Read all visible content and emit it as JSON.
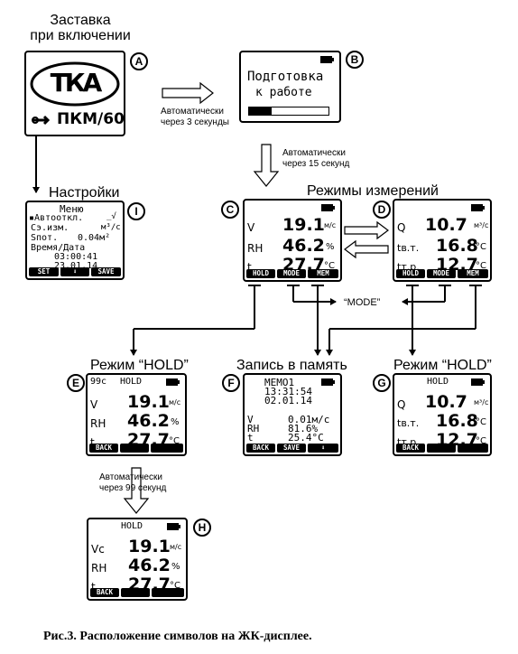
{
  "labels": {
    "splash_title_1": "Заставка",
    "splash_title_2": "при включении",
    "settings_title": "Настройки",
    "modes_title": "Режимы измерений",
    "hold_left_title": "Режим “HOLD”",
    "memory_title": "Запись в память",
    "hold_right_title": "Режим “HOLD”",
    "auto3_1": "Автоматически",
    "auto3_2": "через 3 секунды",
    "auto15_1": "Автоматически",
    "auto15_2": "через 15 секунд",
    "auto99_1": "Автоматически",
    "auto99_2": "через 99 секунд",
    "mode_note": "“MODE”",
    "caption": "Рис.3. Расположение символов на ЖК-дисплее."
  },
  "screens": {
    "A": {
      "badge": "A",
      "logo": "ТКА",
      "model": "ПКМ/60",
      "icon": "wrench-icon"
    },
    "B": {
      "badge": "B",
      "line1": "Подготовка",
      "line2": "к работе",
      "progress": 0.28
    },
    "I": {
      "badge": "I",
      "title": "Меню",
      "row1": "▪Автооткл.",
      "row1_right": "_√",
      "row2": "Сэ.изм.",
      "row2_unit": "м³/с",
      "row3": "Sпот.",
      "row3_val": "0.04м²",
      "row4": "Время/Дата",
      "row5": "03:00:41",
      "row6": "23.01.14",
      "keys": [
        "SET",
        "⬇",
        "SAVE"
      ]
    },
    "C": {
      "badge": "C",
      "rows": [
        {
          "label": "V",
          "value": "19.1",
          "unit": "м/с"
        },
        {
          "label": "RH",
          "value": "46.2",
          "unit": "%"
        },
        {
          "label": "t",
          "value": "27.7",
          "unit": "°C"
        }
      ],
      "keys": [
        "HOLD",
        "MODE",
        "MEM"
      ]
    },
    "D": {
      "badge": "D",
      "rows": [
        {
          "label": "Q",
          "value": "10.7",
          "unit": "м³/с"
        },
        {
          "label": "tв.т.",
          "value": "16.8",
          "unit": "°C"
        },
        {
          "label": "tт.р.",
          "value": "12.7",
          "unit": "°C"
        }
      ],
      "keys": [
        "HOLD",
        "MODE",
        "MEM"
      ]
    },
    "E": {
      "badge": "E",
      "top_left": "99с",
      "top_mid": "HOLD",
      "rows": [
        {
          "label": "V",
          "value": "19.1",
          "unit": "м/с"
        },
        {
          "label": "RH",
          "value": "46.2",
          "unit": "%"
        },
        {
          "label": "t",
          "value": "27.7",
          "unit": "°C"
        }
      ],
      "keys": [
        "BACK",
        "",
        ""
      ]
    },
    "F": {
      "badge": "F",
      "title": "MEMO1",
      "time": "13:31:54",
      "date": "02.01.14",
      "rows": [
        {
          "label": "V",
          "value": "0.01м/с"
        },
        {
          "label": "RH",
          "value": "81.6%"
        },
        {
          "label": "t",
          "value": "25.4°C"
        }
      ],
      "keys": [
        "BACK",
        "SAVE",
        "⬇"
      ]
    },
    "G": {
      "badge": "G",
      "top_mid": "HOLD",
      "rows": [
        {
          "label": "Q",
          "value": "10.7",
          "unit": "м³/с"
        },
        {
          "label": "tв.т.",
          "value": "16.8",
          "unit": "°C"
        },
        {
          "label": "tт.р.",
          "value": "12.7",
          "unit": "°C"
        }
      ],
      "keys": [
        "BACK",
        "",
        ""
      ]
    },
    "H": {
      "badge": "H",
      "top_mid": "HOLD",
      "rows": [
        {
          "label": "Vc",
          "value": "19.1",
          "unit": "м/с"
        },
        {
          "label": "RH",
          "value": "46.2",
          "unit": "%"
        },
        {
          "label": "t",
          "value": "27.7",
          "unit": "°C"
        }
      ],
      "keys": [
        "BACK",
        "",
        ""
      ]
    }
  }
}
